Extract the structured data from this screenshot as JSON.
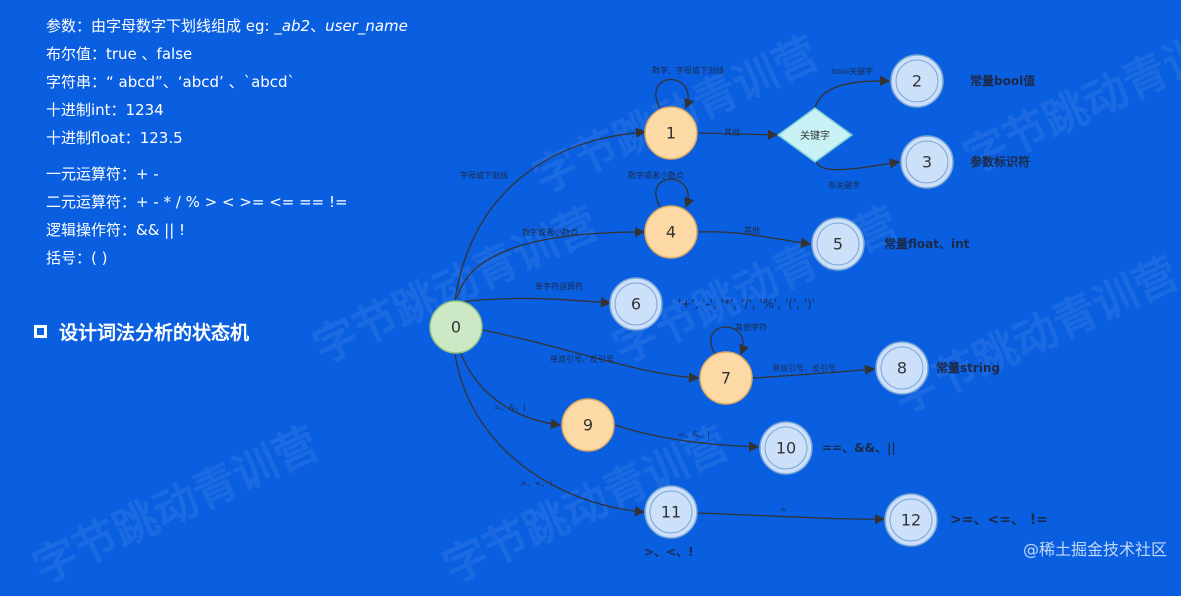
{
  "rules": {
    "param_prefix": "参数：由字母数字下划线组成 eg: ",
    "param_ex1": "_ab2",
    "param_sep": "、",
    "param_ex2": "user_name",
    "bool": "布尔值：true 、false",
    "string": "字符串：“ abcd”、‘abcd’ 、`abcd`",
    "int": "十进制int：1234",
    "float": "十进制float：123.5",
    "unary": "一元运算符：+ -",
    "binary": "二元运算符：+ -  *  /  %  >  <  >=  <= == !=",
    "logic": "逻辑操作符：&&  ||  !",
    "paren": "括号：( )"
  },
  "section_title": "设计词法分析的状态机",
  "watermark": "@稀土掘金技术社区",
  "background_watermark": "字节跳动青训营",
  "colors": {
    "background": "#0a5fe0",
    "start": "#cde8c4",
    "intermediate": "#fdd9a6",
    "final": "#cce0fa",
    "decision": "#c9f2f6",
    "edge": "#333333"
  },
  "diagram": {
    "nodes": {
      "n0": "0",
      "n1": "1",
      "n2": "2",
      "n3": "3",
      "n4": "4",
      "n5": "5",
      "n6": "6",
      "n7": "7",
      "n8": "8",
      "n9": "9",
      "n10": "10",
      "n11": "11",
      "n12": "12",
      "keyword": "关键字"
    },
    "edges": {
      "e0_1": "字母或下划线",
      "loop1": "数字、字母或下划线",
      "e1_kw": "其他",
      "kw_2": "bool关键字",
      "kw_3": "非关键字",
      "e0_4": "数字或者小数点",
      "loop4": "数字或者小数点",
      "e4_5": "其他",
      "e0_6": "单字符运算符",
      "e0_7": "单双引号、反引号",
      "loop7": "其他字符",
      "e7_8": "单双引号、反引号",
      "e0_9": "=、&、|",
      "e9_10": "=、&、|",
      "e0_11": ">、<、!",
      "e11_12": "="
    },
    "outputs": {
      "n2": "常量bool值",
      "n3": "参数标识符",
      "n5": "常量float、int",
      "n6": "'+', '-', '*', '/', '%', '(', ')'",
      "n8": "常量string",
      "n10": "==、&&、||",
      "n11": ">、<、!",
      "n12": ">=、<=、 !="
    }
  }
}
